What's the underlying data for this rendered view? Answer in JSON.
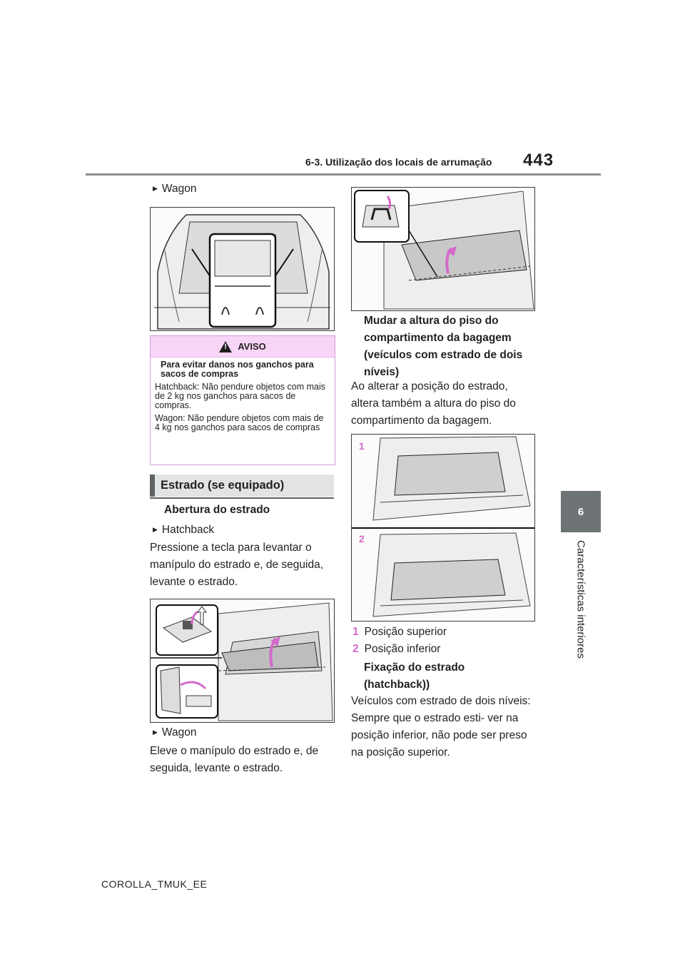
{
  "header": {
    "section": "6-3. Utilização dos locais de arrumação",
    "page_number": "443"
  },
  "side_tab": {
    "number": "6",
    "label": "Características interiores"
  },
  "left": {
    "wagon_bullet_1": "Wagon",
    "warning": {
      "title": "AVISO",
      "subtitle": "Para evitar danos nos ganchos para sacos de compras",
      "p1": "Hatchback: Não pendure objetos com mais de 2 kg nos ganchos para sacos de compras.",
      "p2": "Wagon: Não pendure objetos com mais de 4 kg nos ganchos para sacos de compras"
    },
    "section_title": "Estrado (se equipado)",
    "subheading": "Abertura do estrado",
    "hatchback_bullet": "Hatchback",
    "hatchback_text": "Pressione a tecla para levantar o manípulo do estrado e, de seguida, levante o estrado.",
    "wagon_bullet_2": "Wagon",
    "wagon_text": "Eleve o manípulo do estrado e, de seguida, levante o estrado."
  },
  "right": {
    "heading1": "Mudar a altura do piso do compartimento da bagagem (veículos com estrado de dois níveis)",
    "text1": "Ao alterar a posição do estrado, altera também a altura do piso do compartimento da bagagem.",
    "figure_labels": [
      "1",
      "2"
    ],
    "legend": [
      {
        "num": "1",
        "label": "Posição superior"
      },
      {
        "num": "2",
        "label": "Posição inferior"
      }
    ],
    "heading2": "Fixação do estrado (hatchback))",
    "text2": "Veículos com estrado de dois níveis: Sempre que o estrado esti- ver na posição inferior, não pode ser preso na posição superior."
  },
  "footer": {
    "doc_code": "COROLLA_TMUK_EE"
  },
  "colors": {
    "accent_pink": "#d36ac9",
    "tab_gray": "#6e7475",
    "warning_bg": "#f7d5f7",
    "section_bg": "#e2e3e4"
  }
}
